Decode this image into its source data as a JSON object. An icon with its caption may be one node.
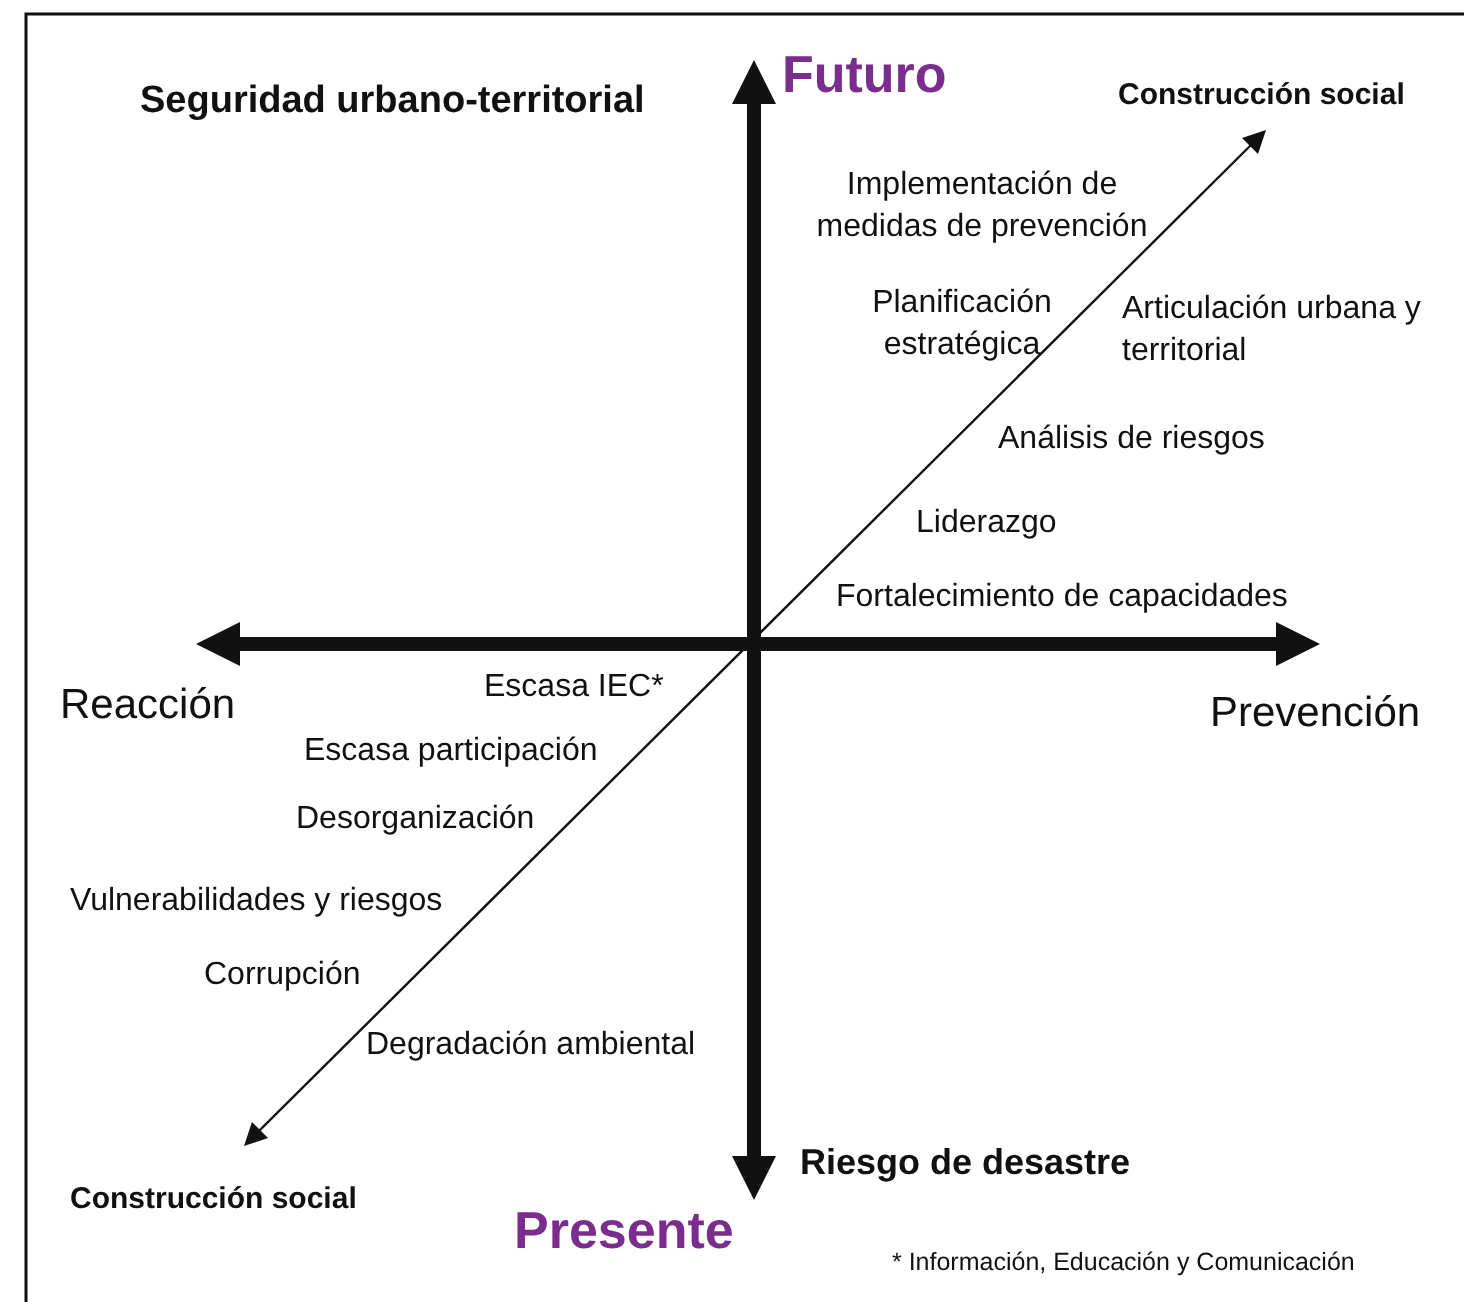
{
  "diagram": {
    "labels": [
      "Futuro",
      "Seguridad urbano-territorial",
      "Construcción social",
      "Implementación de medidas de prevención",
      "Planificación estratégica",
      "Articulación urbana y territorial",
      "Análisis de riesgos",
      "Liderazgo",
      "Fortalecimiento de capacidades",
      "Reacción",
      "Escasa IEC*",
      "Prevención",
      "Escasa participación",
      "Desorganización",
      "Vulnerabilidades y riesgos",
      "Corrupción",
      "Degradación ambiental",
      "Riesgo de desastre",
      "Construcción social",
      "Presente",
      "* Información, Educación y Comunicación"
    ]
  }
}
